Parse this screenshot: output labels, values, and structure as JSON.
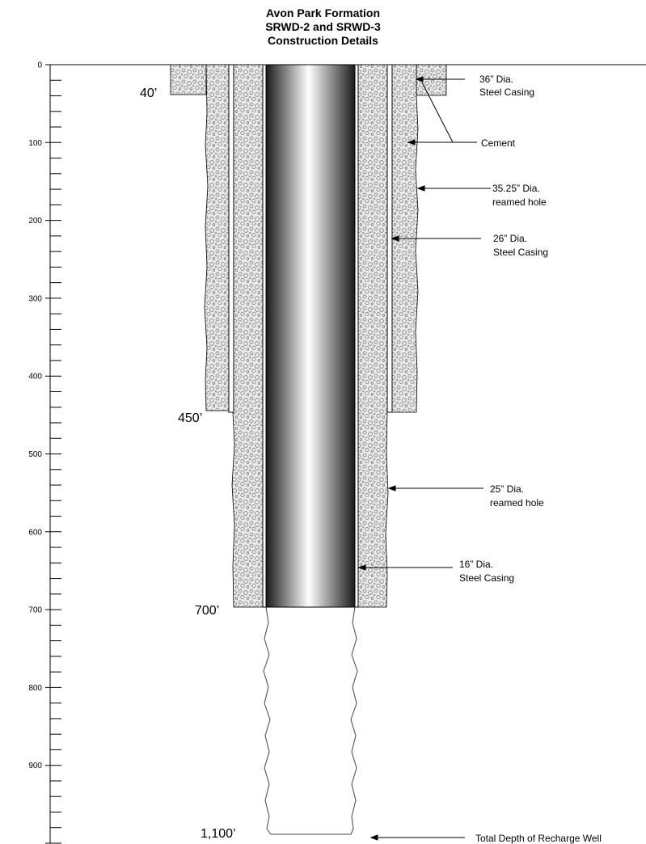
{
  "title": {
    "line1": "Avon Park Formation",
    "line2": "SRWD-2 and SRWD-3",
    "line3": "Construction Details"
  },
  "axis": {
    "min": 0,
    "max": 1000,
    "major_step": 100,
    "minor_step": 20,
    "labels": [
      "0",
      "100",
      "200",
      "300",
      "400",
      "500",
      "600",
      "700",
      "800",
      "900"
    ]
  },
  "depth_markers": [
    {
      "depth": 40,
      "label": "40’"
    },
    {
      "depth": 450,
      "label": "450’"
    },
    {
      "depth": 700,
      "label": "700’"
    },
    {
      "depth": 1100,
      "label": "1,100’"
    }
  ],
  "callouts": {
    "casing_36": {
      "line1": "36” Dia.",
      "line2": "Steel Casing"
    },
    "cement": {
      "line1": "Cement"
    },
    "reamed_35": {
      "line1": "35.25” Dia.",
      "line2": "reamed hole"
    },
    "casing_26": {
      "line1": "26” Dia.",
      "line2": "Steel Casing"
    },
    "reamed_25": {
      "line1": "25” Dia.",
      "line2": "reamed hole"
    },
    "casing_16": {
      "line1": "16” Dia.",
      "line2": "Steel Casing"
    },
    "total_depth": {
      "line1": "Total Depth of Recharge Well"
    }
  },
  "colors": {
    "cement_fill": "#e9e9e9",
    "cement_speckle": "#6e6e6e",
    "pipe_dark": "#1a1a1a",
    "pipe_light": "#ffffff",
    "line": "#000000"
  }
}
